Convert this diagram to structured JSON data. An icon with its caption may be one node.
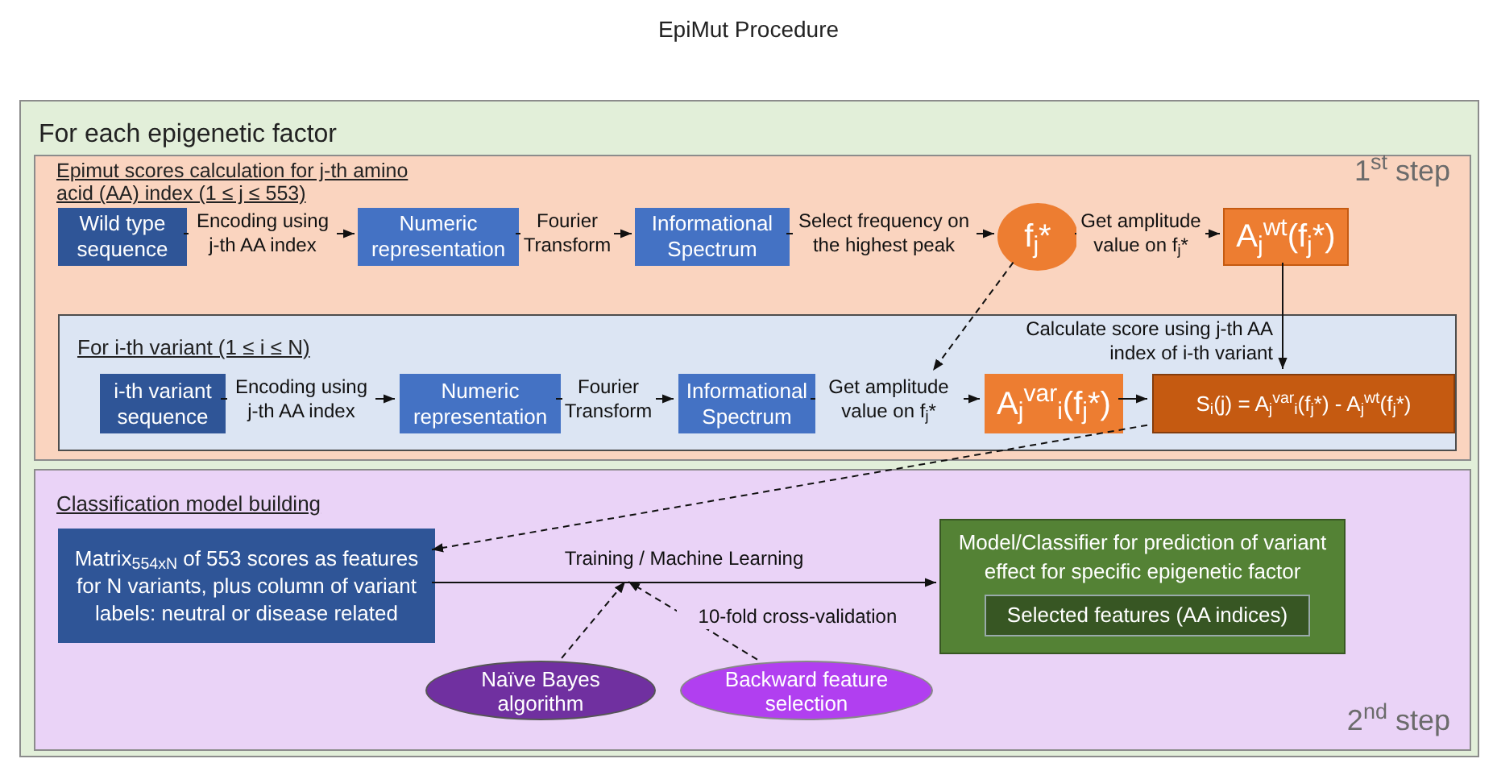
{
  "diagram": {
    "title": "EpiMut Procedure",
    "nodes": [
      {
        "text": [
          "For each epigenetic factor"
        ]
      },
      {
        "text": [
          "Epimut scores calculation for j-th amino acid (AA) index (1 ≤ j ≤ 553)",
          "1$^{st}$ step"
        ],
        "in": 0
      },
      {
        "text": [
          "For i-th variant (1 ≤ i ≤ N)"
        ],
        "in": 1
      },
      {
        "text": [
          "Wild type sequence"
        ],
        "in": 1
      },
      {
        "text": [
          "Numeric representation"
        ],
        "in": 1
      },
      {
        "text": [
          "Informational Spectrum"
        ],
        "in": 1
      },
      {
        "text": [
          "f$_{j}$*"
        ],
        "in": 1
      },
      {
        "text": [
          "A$_{j}$$^{wt}$(f$_{j}$*)"
        ],
        "in": 1
      },
      {
        "text": [
          "i-th variant sequence"
        ],
        "in": 2
      },
      {
        "text": [
          "Numeric representation"
        ],
        "in": 2
      },
      {
        "text": [
          "Informational Spectrum"
        ],
        "in": 2
      },
      {
        "text": [
          "A$_{j}$$^{var}$$_{i}$(f$_{j}$*)"
        ],
        "in": 2
      },
      {
        "text": [
          "S$_{i}$(j) = A$_{j}$$^{var}$$_{i}$(f$_{j}$*)",
          "- A$_{j}$$^{wt}$(f$_{j}$*)"
        ],
        "in": 2
      },
      {
        "text": [
          "Classification model building",
          "2$^{nd}$ step"
        ],
        "in": 0
      },
      {
        "text": [
          "Matrix$_{554xN}$ of 553 scores as features for N variants, plus column of variant labels: neutral or disease related"
        ],
        "in": 13
      },
      {
        "text": [
          "Model/Classifier for prediction of variant effect for specific epigenetic factor"
        ],
        "in": 13
      },
      {
        "text": [
          "Selected features (AA indices)"
        ],
        "in": 15
      },
      {
        "text": [
          "Naïve Bayes algorithm"
        ],
        "in": 13
      },
      {
        "text": [
          "Backward feature selection"
        ],
        "in": 13
      }
    ],
    "edges": [
      {
        "from": 3,
        "to": 4,
        "arrow": "to",
        "label": "Encoding using j-th AA index"
      },
      {
        "from": 4,
        "to": 5,
        "arrow": "to",
        "label": "Fourier Transform"
      },
      {
        "from": 5,
        "to": 6,
        "arrow": "to",
        "label": "Select frequency on the highest peak"
      },
      {
        "from": 6,
        "to": 7,
        "arrow": "to",
        "label": "Get amplitude value on f$_{j}$*"
      },
      {
        "from": 7,
        "to": 12,
        "arrow": "to",
        "label": "Calculate score using j-th AA index of i-th variant"
      },
      {
        "from": 6,
        "to": null,
        "arrow": "to",
        "style": "dashed"
      },
      {
        "from": 8,
        "to": 9,
        "arrow": "to",
        "label": "Encoding using j-th AA index"
      },
      {
        "from": 9,
        "to": 10,
        "arrow": "to",
        "label": "Fourier Transform"
      },
      {
        "from": 10,
        "to": 11,
        "arrow": "to",
        "label": "Get amplitude value on f$_{j}$*"
      },
      {
        "from": 11,
        "to": 12,
        "arrow": "to"
      },
      {
        "from": 12,
        "to": 14,
        "arrow": "to",
        "style": "dashed"
      },
      {
        "from": 14,
        "to": 15,
        "arrow": "to",
        "label": "Training / Machine Learning"
      },
      {
        "from": 17,
        "to": null,
        "arrow": "to",
        "style": "dashed"
      },
      {
        "from": 18,
        "to": null,
        "arrow": "to",
        "style": "dashed",
        "label": "10-fold cross-validation"
      }
    ]
  }
}
